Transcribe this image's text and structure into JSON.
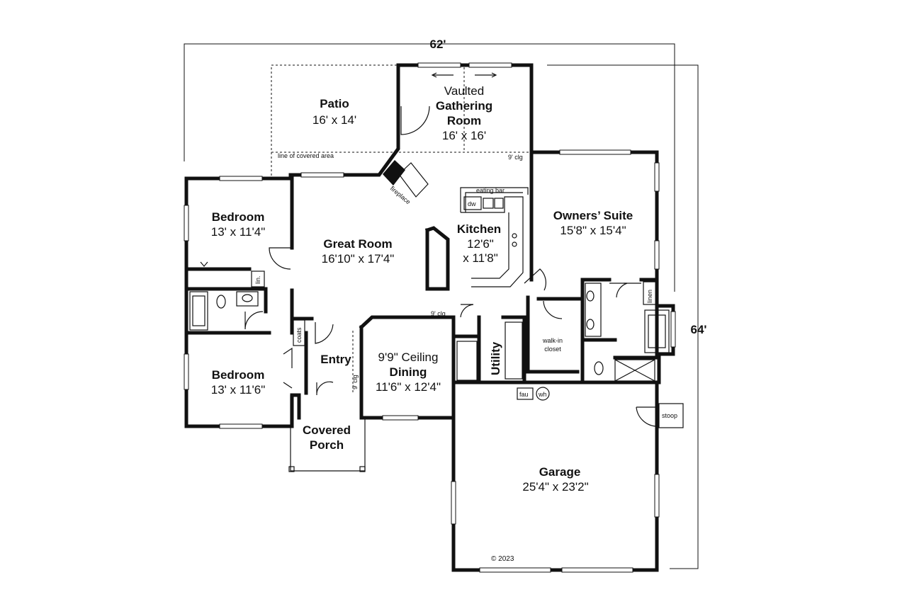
{
  "dimensions": {
    "overall_width": "62'",
    "overall_depth": "64'"
  },
  "rooms": {
    "patio": {
      "name": "Patio",
      "size": "16' x 14'"
    },
    "gathering": {
      "prefix": "Vaulted",
      "name_line1": "Gathering",
      "name_line2": "Room",
      "size": "16' x 16'"
    },
    "bedroom1": {
      "name": "Bedroom",
      "size": "13' x 11'4\""
    },
    "great_room": {
      "name": "Great Room",
      "size": "16'10\" x 17'4\""
    },
    "kitchen": {
      "name": "Kitchen",
      "size_line1": "12'6\"",
      "size_line2": "x 11'8\""
    },
    "owners_suite": {
      "name": "Owners’ Suite",
      "size": "15'8\" x 15'4\""
    },
    "bedroom2": {
      "name": "Bedroom",
      "size": "13' x 11'6\""
    },
    "entry": {
      "name": "Entry"
    },
    "dining": {
      "ceiling": "9'9\" Ceiling",
      "name": "Dining",
      "size": "11'6\" x 12'4\""
    },
    "utility": {
      "name": "Utility"
    },
    "covered_porch": {
      "name_line1": "Covered",
      "name_line2": "Porch"
    },
    "garage": {
      "name": "Garage",
      "size": "25'4\" x 23'2\""
    }
  },
  "labels": {
    "line_of_covered_area": "line of covered area",
    "ceiling_9_a": "9' clg",
    "ceiling_9_b": "9' clg",
    "ceiling_9_c": "9' clg",
    "fireplace": "fireplace",
    "eating_bar": "eating bar",
    "dw": "dw",
    "lin": "lin.",
    "coats": "coats",
    "linen": "linen",
    "walk_in_line1": "walk-in",
    "walk_in_line2": "closet",
    "fau": "fau",
    "wh": "wh",
    "stoop": "stoop",
    "copyright": "© 2023"
  }
}
